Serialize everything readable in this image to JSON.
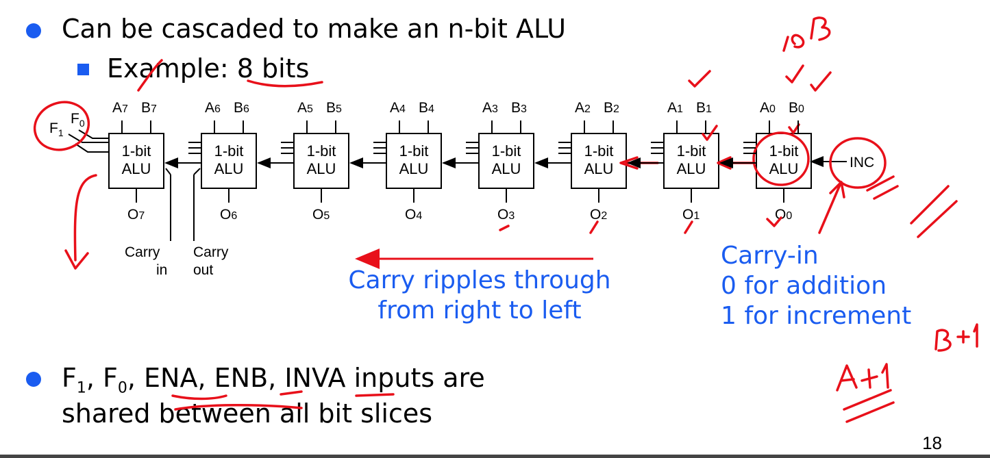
{
  "bullets": {
    "b1": "Can be cascaded to make an n-bit ALU",
    "b1_sub_prefix": "Example: ",
    "b1_sub_value": "8 bits",
    "b2_line1_parts": [
      "F",
      "1",
      ", F",
      "0",
      ", ",
      "ENA",
      ", ",
      "ENB",
      ", ",
      "INVA",
      " inputs are"
    ],
    "b2_line2": "shared between all bit slices"
  },
  "diagram": {
    "slice_label_line1": "1-bit",
    "slice_label_line2": "ALU",
    "slices": [
      {
        "a": "A",
        "b": "B",
        "idx": "7",
        "o": "O",
        "oidx": "7"
      },
      {
        "a": "A",
        "b": "B",
        "idx": "6",
        "o": "O",
        "oidx": "6"
      },
      {
        "a": "A",
        "b": "B",
        "idx": "5",
        "o": "O",
        "oidx": "5"
      },
      {
        "a": "A",
        "b": "B",
        "idx": "4",
        "o": "O",
        "oidx": "4"
      },
      {
        "a": "A",
        "b": "B",
        "idx": "3",
        "o": "O",
        "oidx": "3"
      },
      {
        "a": "A",
        "b": "B",
        "idx": "2",
        "o": "O",
        "oidx": "2"
      },
      {
        "a": "A",
        "b": "B",
        "idx": "1",
        "o": "O",
        "oidx": "1"
      },
      {
        "a": "A",
        "b": "B",
        "idx": "0",
        "o": "O",
        "oidx": "0"
      }
    ],
    "f1": "F",
    "f1_sub": "1",
    "f0": "F",
    "f0_sub": "0",
    "inc": "INC",
    "carry_in_1": "Carry",
    "carry_in_2": "in",
    "carry_out_1": "Carry",
    "carry_out_2": "out"
  },
  "notes": {
    "ripple_1": "Carry ripples through",
    "ripple_2": "from right to left",
    "carry_in_title": "Carry-in",
    "carry_in_add": "0 for addition",
    "carry_in_inc": "1 for increment"
  },
  "handwriting": {
    "lsb": "LSB",
    "b_plus_1": "B+1",
    "a_plus_1": "A+1"
  },
  "page_number": "18",
  "colors": {
    "accent_blue": "#1a5cf0",
    "ink_red": "#e8101a"
  }
}
